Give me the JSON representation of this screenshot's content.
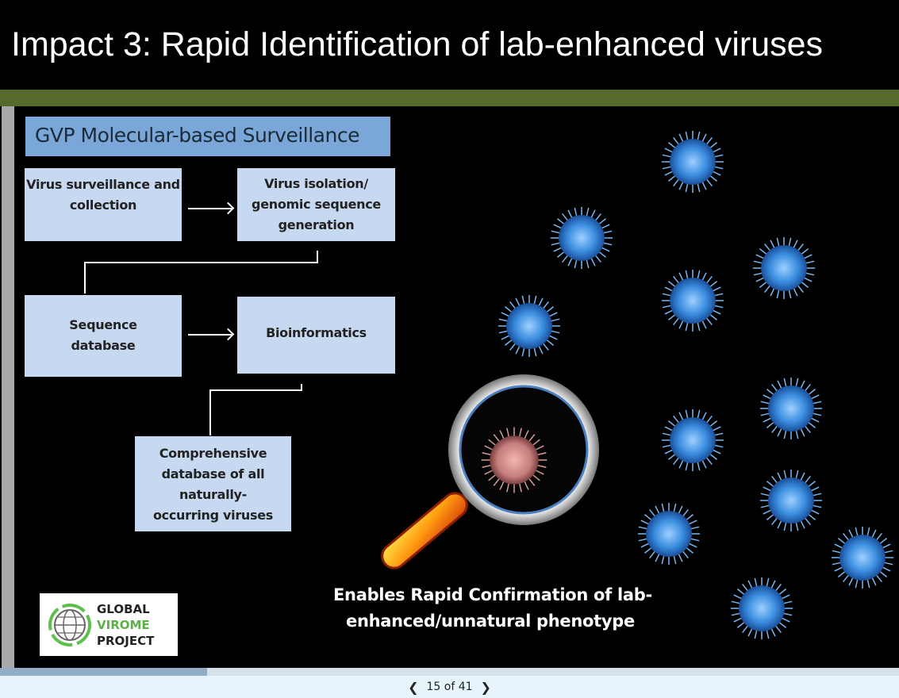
{
  "slide": {
    "title": "Impact 3: Rapid Identification of lab-enhanced viruses",
    "subtitle": "GVP Molecular-based Surveillance",
    "boxes": [
      "Virus surveillance and collection",
      "Virus isolation/ genomic sequence generation",
      "Sequence database",
      "Bioinformatics",
      "Comprehensive database of all naturally-occurring viruses"
    ],
    "caption_line1": "Enables Rapid Confirmation of lab-",
    "caption_line2": "enhanced/unnatural phenotype",
    "logo": {
      "line1": "GLOBAL",
      "line2": "VIROME",
      "line3": "PROJECT"
    }
  },
  "viewer": {
    "page_label": "15 of 41",
    "current_page": 15,
    "total_pages": 41,
    "progress_fraction": 0.23,
    "prev_icon": "chevron-left-icon",
    "next_icon": "chevron-right-icon"
  },
  "colors": {
    "band": "#566a2c",
    "subtitle_bg": "#7aa6d8",
    "box_bg": "#c6d9f0",
    "virus": "#3d8fe0",
    "target_virus": "#d98c8c"
  }
}
